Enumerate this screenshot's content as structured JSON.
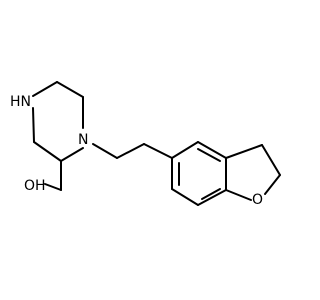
{
  "molecule": {
    "atoms": {
      "nh": "HN",
      "n": "N",
      "o": "O",
      "oh": "OH"
    },
    "colors": {
      "bond": "#000000",
      "label": "#000000",
      "background": "#ffffff"
    }
  }
}
